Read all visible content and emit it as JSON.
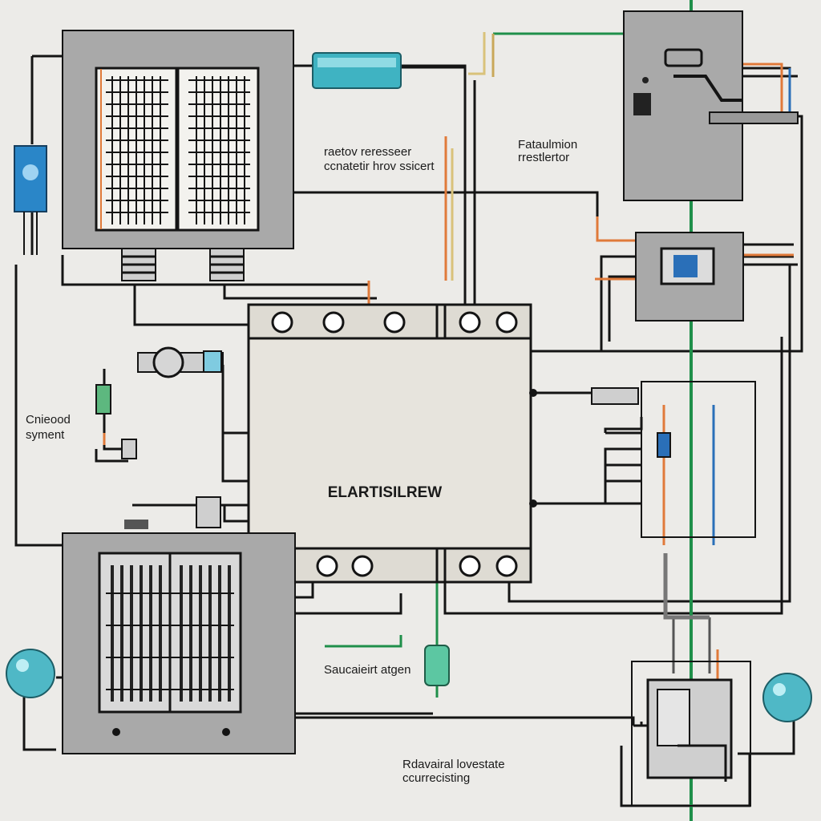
{
  "labels": {
    "top_middle_line1": "raetov reresseer",
    "top_middle_line2": "ccnatetir hrov ssicert",
    "top_right_line1": "Fataulmion",
    "top_right_line2": "rrestlertor",
    "left_line1": "Cnieood",
    "left_line2": "syment",
    "center_main": "ELARTISILREW",
    "bottom_middle": "Saucaieirt atgen",
    "bottom_right_line1": "Rdavairal lovestate",
    "bottom_right_line2": "ccurrecisting"
  },
  "colors": {
    "background": "#ecebe8",
    "panel": "#a9a9a9",
    "panel_dark": "#8e8e8e",
    "wire": "#141414",
    "wire_green": "#1f8f4a",
    "wire_orange": "#e07a3a",
    "wire_blue": "#2a6fb8",
    "accent_teal": "#3fb3c2",
    "module_body": "#e7e4dd"
  },
  "icons": {
    "grille": "radiator-grille",
    "terminal": "screw-terminal",
    "bulb": "glass-bulb",
    "fuse": "cartridge-fuse"
  }
}
